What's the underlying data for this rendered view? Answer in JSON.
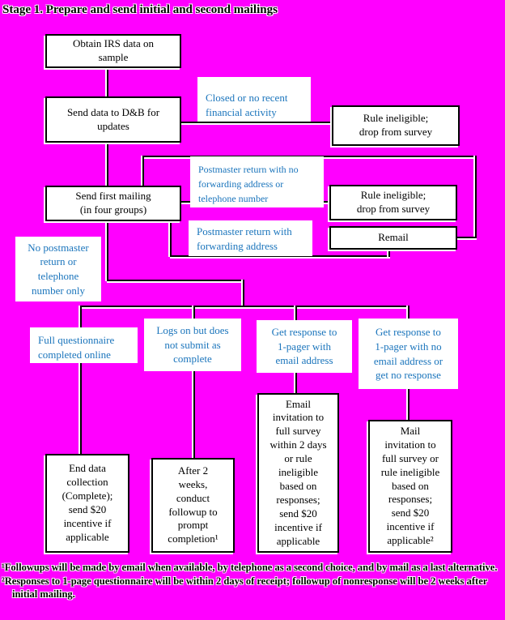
{
  "colors": {
    "background": "#FF00FF",
    "condition_label_text": "#1B75BC",
    "box_border": "#000000",
    "box_fill": "#FFFFFF"
  },
  "title": "Stage 1.  Prepare and send initial and second mailings",
  "boxes": {
    "obtain_irs": "Obtain IRS data on\nsample",
    "send_dnb": "Send data to D&B for\nupdates",
    "rule_ineligible_1": "Rule ineligible;\ndrop from survey",
    "first_mailing": "Send first mailing\n(in four groups)",
    "rule_ineligible_2": "Rule ineligible;\ndrop from survey",
    "remail": "Remail",
    "email_invitation": "Email\ninvitation to\nfull survey\nwithin 2 days\nor rule\nineligible\nbased on\nresponses;\nsend $20\nincentive if\napplicable",
    "mail_invitation": "Mail\ninvitation to\nfull survey or\nrule ineligible\nbased on\nresponses;\nsend $20\nincentive if\napplicable²",
    "end_data_collection": "End data\ncollection\n(Complete);\nsend $20\nincentive if\napplicable",
    "followup_after_2_weeks": "After 2\nweeks,\nconduct\nfollowup to\nprompt\ncompletion¹"
  },
  "labels": {
    "closed_no_activity": "Closed or no recent\nfinancial activity",
    "postmaster_no_forwarding": "Postmaster return with no\nforwarding address or\ntelephone number",
    "postmaster_forwarding": "Postmaster return with\nforwarding address",
    "no_postmaster_return": "No postmaster\nreturn or\ntelephone\nnumber only",
    "full_questionnaire": "Full questionnaire\ncompleted online",
    "logs_on_incomplete": "Logs on but does\nnot submit as\ncomplete",
    "response_with_email": "Get response to\n1-pager with\nemail address",
    "response_no_email": "Get response to\n1-pager with no\nemail address or\nget no response"
  },
  "footnotes": [
    "¹Followups will be made by email when available, by telephone as a second choice, and by mail as a last alternative.",
    "²Responses to 1-page questionnaire will be within 2 days of receipt; followup of nonresponse will be 2 weeks after initial mailing."
  ]
}
